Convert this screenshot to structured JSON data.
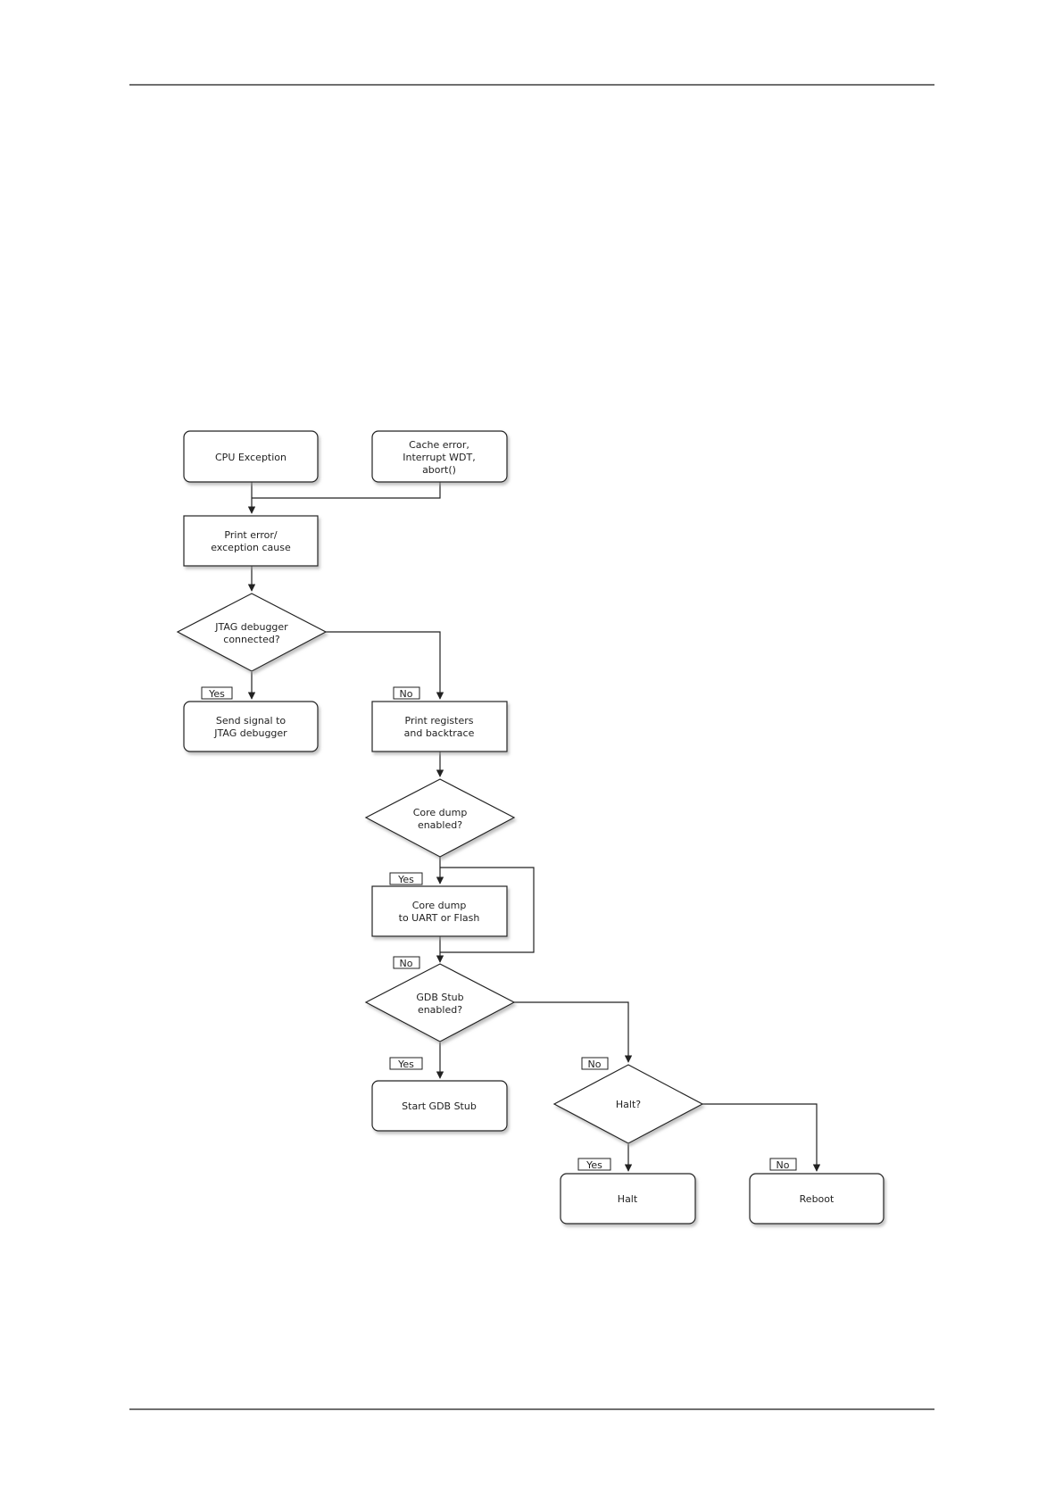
{
  "nodes": {
    "cpu_exception": "CPU Exception",
    "cache_error": [
      "Cache error,",
      "Interrupt WDT,",
      "abort()"
    ],
    "print_error": [
      "Print error/",
      "exception cause"
    ],
    "jtag_connected": [
      "JTAG debugger",
      "connected?"
    ],
    "send_signal": [
      "Send signal to",
      "JTAG debugger"
    ],
    "print_registers": [
      "Print registers",
      "and backtrace"
    ],
    "core_dump_enabled": [
      "Core dump",
      "enabled?"
    ],
    "core_dump": [
      "Core dump",
      "to UART or Flash"
    ],
    "gdb_stub_enabled": [
      "GDB Stub",
      "enabled?"
    ],
    "start_gdb_stub": "Start GDB Stub",
    "halt_question": "Halt?",
    "halt": "Halt",
    "reboot": "Reboot"
  },
  "edge_labels": {
    "jtag_yes": "Yes",
    "jtag_no": "No",
    "coredump_yes": "Yes",
    "coredump_no": "No",
    "gdb_yes": "Yes",
    "gdb_no": "No",
    "halt_yes": "Yes",
    "halt_no": "No"
  },
  "colors": {
    "stroke": "#222222",
    "shadow": "#c8c8c8",
    "rule": "#6f6f6f"
  }
}
